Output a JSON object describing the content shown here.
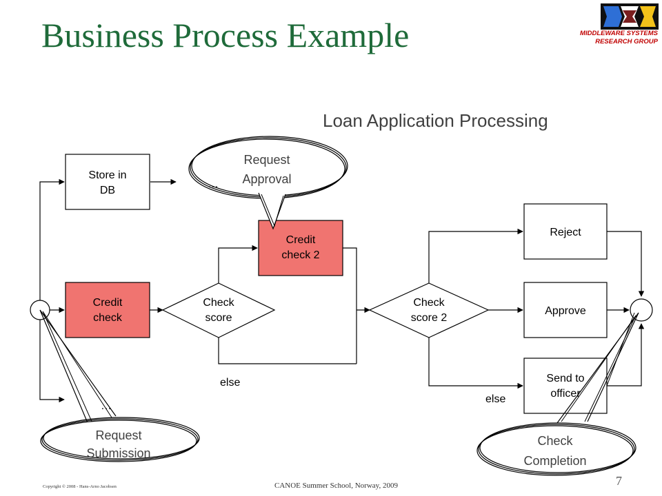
{
  "slide": {
    "title": "Business Process Example",
    "subtitle": "Loan Application Processing",
    "logo": {
      "line1": "MIDDLEWARE SYSTEMS",
      "line2": "RESEARCH GROUP"
    },
    "footer": {
      "copyright": "Copyright © 2008 - Hans-Arno Jacobsen",
      "event": "CANOE Summer School, Norway, 2009",
      "page": "7"
    }
  },
  "diagram": {
    "colors": {
      "highlight": "#f07470",
      "box": "#ffffff",
      "line": "#000000"
    },
    "nodes": {
      "store_db": {
        "lines": [
          "Store in",
          "DB"
        ]
      },
      "credit_check": {
        "lines": [
          "Credit",
          "check"
        ]
      },
      "credit_check_2": {
        "lines": [
          "Credit",
          "check 2"
        ]
      },
      "check_score": {
        "lines": [
          "Check",
          "score"
        ]
      },
      "check_score_2": {
        "lines": [
          "Check",
          "score 2"
        ]
      },
      "reject": {
        "lines": [
          "Reject"
        ]
      },
      "approve": {
        "lines": [
          "Approve"
        ]
      },
      "send_to_officer": {
        "lines": [
          "Send to",
          "officer"
        ]
      }
    },
    "labels": {
      "else_1": "else",
      "else_2": "else",
      "ellipsis_top": "…",
      "ellipsis_bottom": "…"
    },
    "callouts": {
      "request_approval": [
        "Request",
        "Approval"
      ],
      "request_submission": [
        "Request",
        "Submission"
      ],
      "check_completion": [
        "Check",
        "Completion"
      ]
    }
  }
}
